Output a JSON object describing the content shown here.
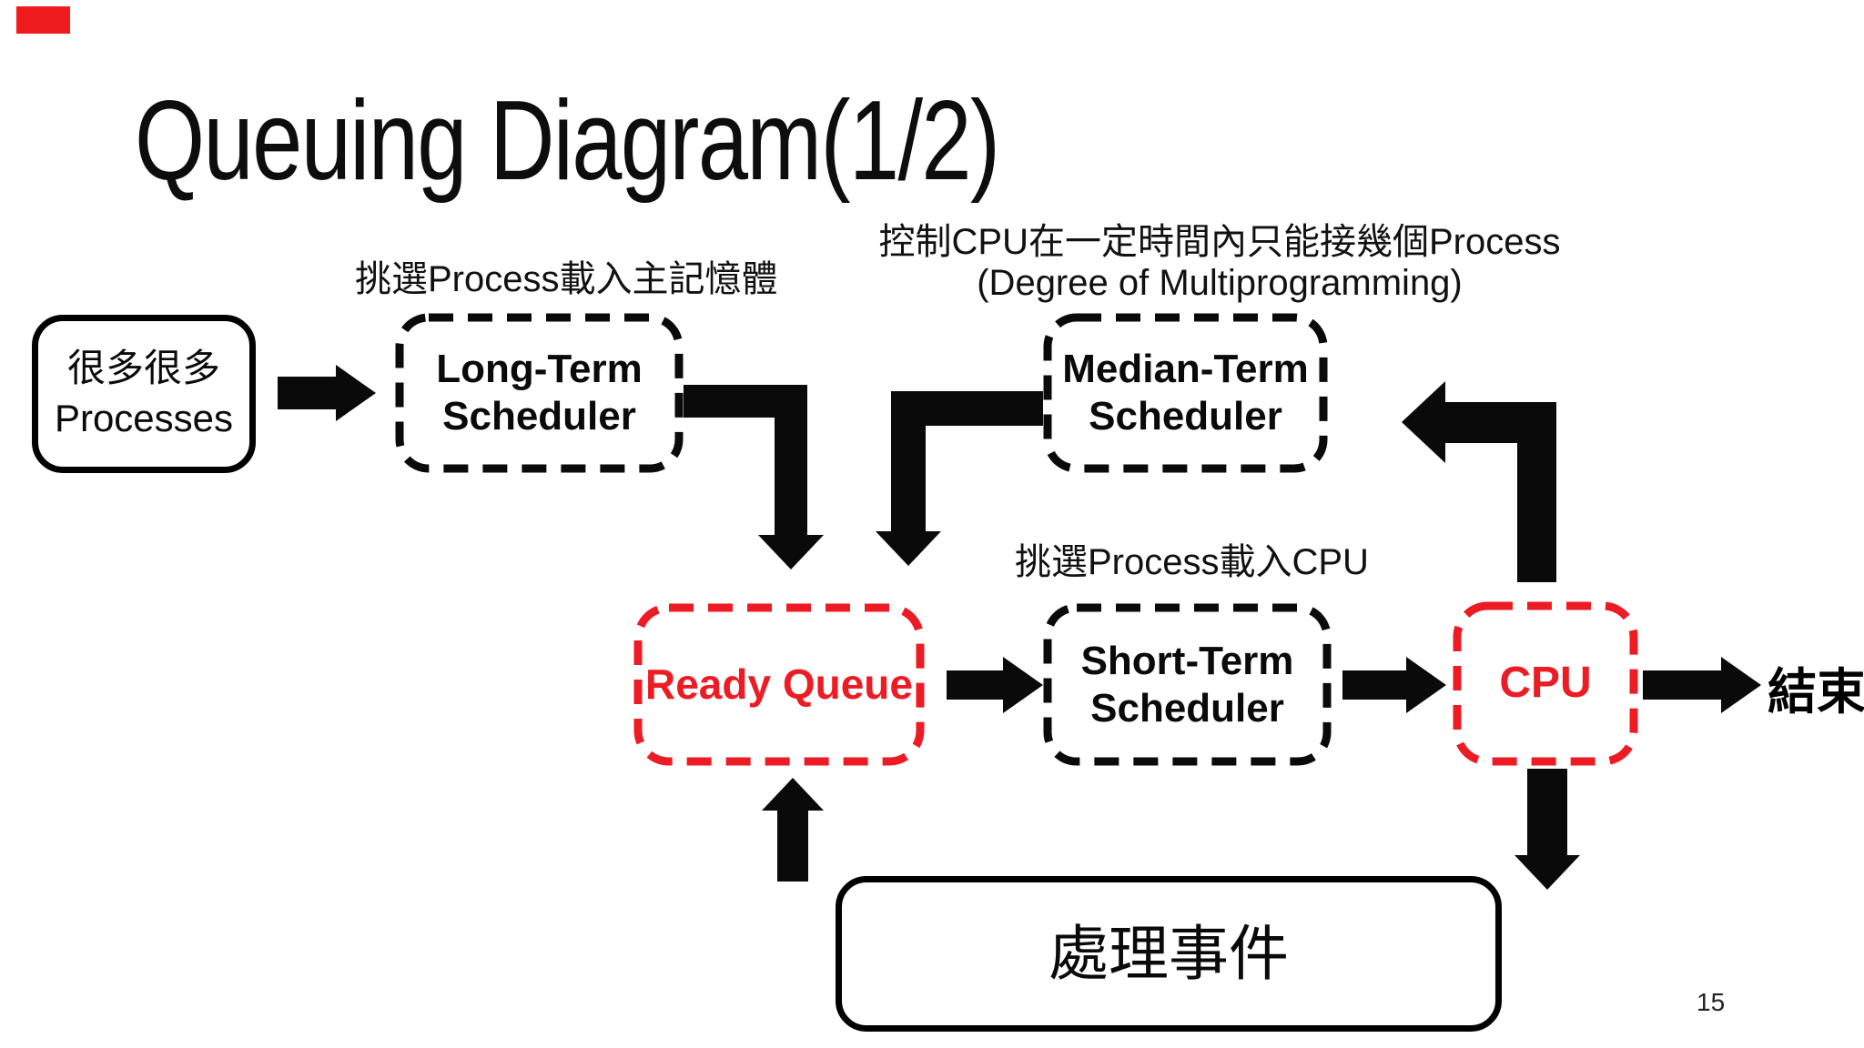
{
  "title": "Queuing Diagram(1/2)",
  "page_number": "15",
  "colors": {
    "red": "#ed1c24",
    "black": "#0a0a0a"
  },
  "notes": {
    "long_term_note": "挑選Process載入主記憶體",
    "median_note_line1": "控制CPU在一定時間內只能接幾個Process",
    "median_note_line2": "(Degree of Multiprogramming)",
    "short_term_note": "挑選Process載入CPU"
  },
  "boxes": {
    "processes": {
      "line1": "很多很多",
      "line2": "Processes"
    },
    "long_term": {
      "line1": "Long-Term",
      "line2": "Scheduler"
    },
    "median_term": {
      "line1": "Median-Term",
      "line2": "Scheduler"
    },
    "ready_queue": {
      "label": "Ready Queue"
    },
    "short_term": {
      "line1": "Short-Term",
      "line2": "Scheduler"
    },
    "cpu": {
      "label": "CPU"
    },
    "handle_event": {
      "label": "處理事件"
    }
  },
  "end_label": "結束"
}
